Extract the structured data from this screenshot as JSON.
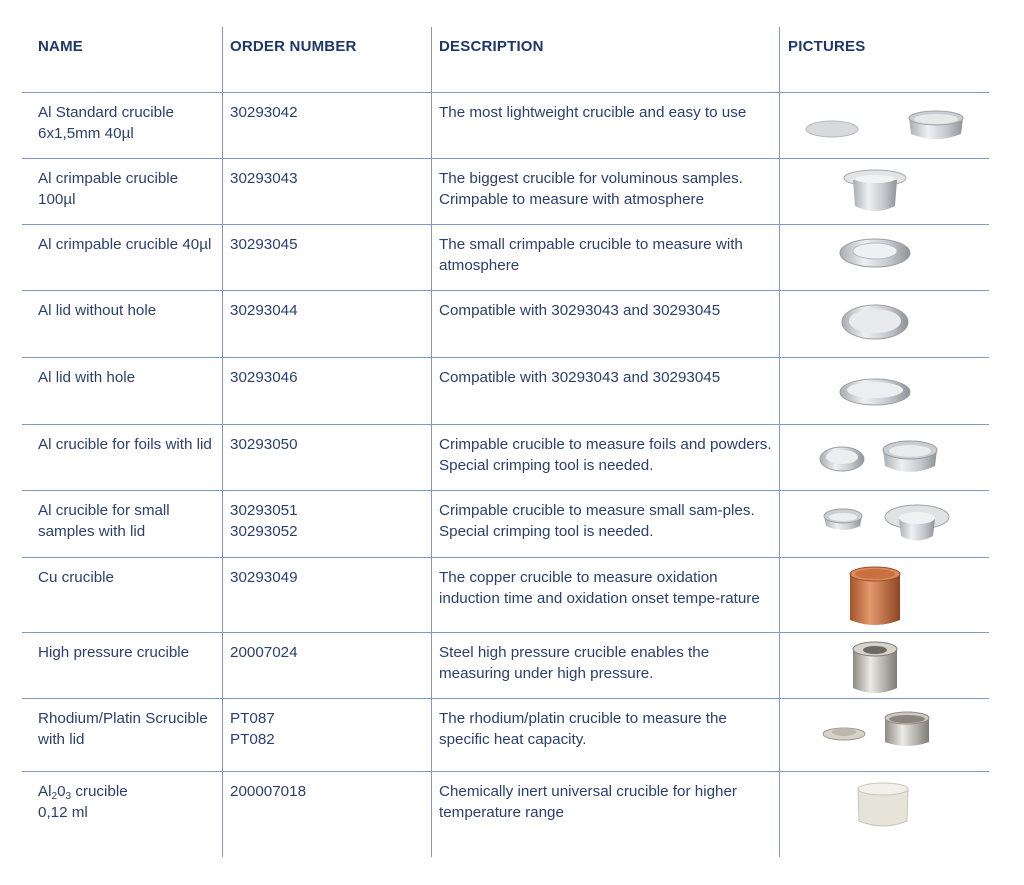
{
  "headers": {
    "name": "NAME",
    "order": "ORDER NUMBER",
    "description": "DESCRIPTION",
    "pictures": "PICTURES"
  },
  "rows": [
    {
      "name": "Al Standard crucible 6x1,5mm 40µl",
      "order": [
        "30293042"
      ],
      "description": "The most lightweight crucible and easy to use",
      "pictures": [
        "flat-disc",
        "pan"
      ]
    },
    {
      "name": "Al crimpable crucible 100µl",
      "order": [
        "30293043"
      ],
      "description": "The biggest crucible for voluminous samples. Crimpable to measure with atmosphere",
      "pictures": [
        "tall-cup"
      ]
    },
    {
      "name": "Al crimpable crucible 40µl",
      "order": [
        "30293045"
      ],
      "description": "The small crimpable crucible to measure with atmosphere",
      "pictures": [
        "flanged-pan"
      ]
    },
    {
      "name": "Al lid without hole",
      "order": [
        "30293044"
      ],
      "description": "Compatible with 30293043 and 30293045",
      "pictures": [
        "lid"
      ]
    },
    {
      "name": "Al lid with hole",
      "order": [
        "30293046"
      ],
      "description": "Compatible with 30293043 and 30293045",
      "pictures": [
        "flat-lid"
      ]
    },
    {
      "name": "Al crucible for foils with lid",
      "order": [
        "30293050"
      ],
      "description": "Crimpable crucible to measure foils and powders. Special crimping tool is needed.",
      "pictures": [
        "shallow-lid",
        "pan"
      ]
    },
    {
      "name": "Al crucible for small samples with lid",
      "order": [
        "30293051",
        "30293052"
      ],
      "description": "Crimpable crucible to measure small sam-ples. Special crimping tool is needed.",
      "pictures": [
        "small-pan",
        "flanged-cup"
      ]
    },
    {
      "name": "Cu crucible",
      "order": [
        "30293049"
      ],
      "description": "The copper crucible to measure oxidation induction time and oxidation onset tempe-rature",
      "pictures": [
        "copper-cup"
      ]
    },
    {
      "name": "High pressure crucible",
      "order": [
        "20007024"
      ],
      "description": "Steel high pressure crucible enables the measuring under high pressure.",
      "pictures": [
        "steel-cup"
      ]
    },
    {
      "name": "Rhodium/Platin Scrucible with lid",
      "order": [
        "PT087",
        "PT082"
      ],
      "description": "The rhodium/platin crucible to measure the specific heat capacity.",
      "pictures": [
        "platinum-lid",
        "platinum-cup"
      ]
    },
    {
      "name_prefix": "Al",
      "name_sub1": "2",
      "name_mid": "0",
      "name_sub2": "3",
      "name_suffix": " crucible",
      "name_line2": "0,12 ml",
      "order": [
        "200007018"
      ],
      "description": "Chemically inert universal crucible for higher temperature range",
      "pictures": [
        "ceramic-cup"
      ]
    }
  ],
  "colors": {
    "text": "#2a3f6e",
    "header": "#1f3768",
    "rule": "#7f97c2",
    "copper": "#c06a3e",
    "ceramic": "#e9e6dc",
    "silver": "#d4d7db"
  }
}
